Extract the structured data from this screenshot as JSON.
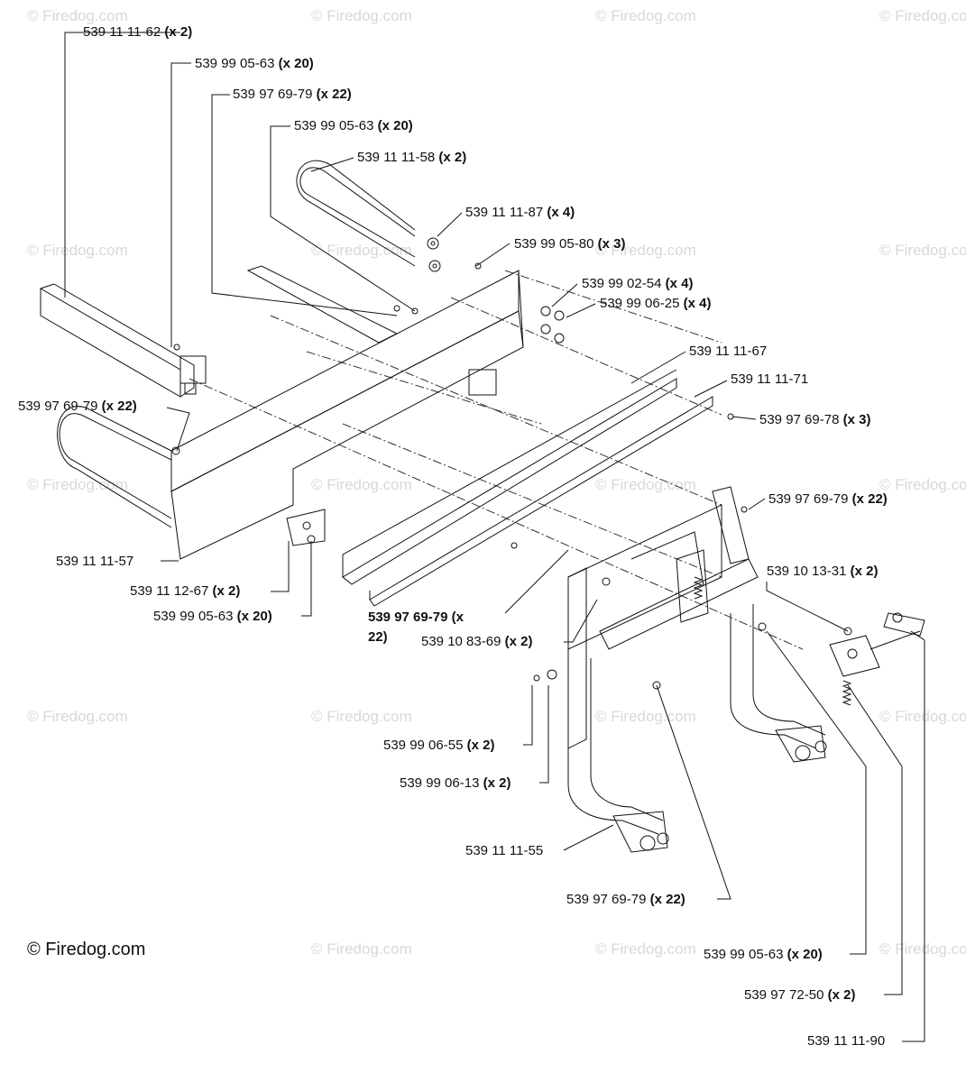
{
  "watermark": "© Firedog.com",
  "brand": "© Firedog.com",
  "labels": [
    {
      "id": "l1",
      "part": "539 11 11-62",
      "qty": "(x 2)"
    },
    {
      "id": "l2",
      "part": "539 99 05-63",
      "qty": "(x 20)"
    },
    {
      "id": "l3",
      "part": "539 97 69-79",
      "qty": "(x 22)"
    },
    {
      "id": "l4",
      "part": "539 99 05-63",
      "qty": "(x 20)"
    },
    {
      "id": "l5",
      "part": "539 11 11-58",
      "qty": "(x 2)"
    },
    {
      "id": "l6",
      "part": "539 11 11-87",
      "qty": "(x 4)"
    },
    {
      "id": "l7",
      "part": "539 99 05-80",
      "qty": "(x 3)"
    },
    {
      "id": "l8",
      "part": "539 99 02-54",
      "qty": "(x 4)"
    },
    {
      "id": "l9",
      "part": "539 99 06-25",
      "qty": "(x 4)"
    },
    {
      "id": "l10",
      "part": "539 11 11-67",
      "qty": ""
    },
    {
      "id": "l11",
      "part": "539 11 11-71",
      "qty": ""
    },
    {
      "id": "l12",
      "part": "539 97 69-78",
      "qty": "(x 3)"
    },
    {
      "id": "l13",
      "part": "539 97 69-79",
      "qty": "(x 22)"
    },
    {
      "id": "l14",
      "part": "539 97 69-79",
      "qty": "(x 22)"
    },
    {
      "id": "l15",
      "part": "539 11 11-57",
      "qty": ""
    },
    {
      "id": "l16",
      "part": "539 11 12-67",
      "qty": "(x 2)"
    },
    {
      "id": "l17",
      "part": "539 99 05-63",
      "qty": "(x 20)"
    },
    {
      "id": "l18",
      "part": "539 97 69-79 (x",
      "qty": ""
    },
    {
      "id": "l18b",
      "part": "22)",
      "qty": ""
    },
    {
      "id": "l19",
      "part": "539 10 83-69",
      "qty": "(x 2)"
    },
    {
      "id": "l20",
      "part": "539 10 13-31",
      "qty": "(x 2)"
    },
    {
      "id": "l21",
      "part": "539 99 06-55",
      "qty": "(x 2)"
    },
    {
      "id": "l22",
      "part": "539 99 06-13",
      "qty": "(x 2)"
    },
    {
      "id": "l23",
      "part": "539 11 11-55",
      "qty": ""
    },
    {
      "id": "l24",
      "part": "539 97 69-79",
      "qty": "(x 22)"
    },
    {
      "id": "l25",
      "part": "539 99 05-63",
      "qty": "(x 20)"
    },
    {
      "id": "l26",
      "part": "539 97 72-50",
      "qty": "(x 2)"
    },
    {
      "id": "l27",
      "part": "539 11 11-90",
      "qty": ""
    }
  ]
}
